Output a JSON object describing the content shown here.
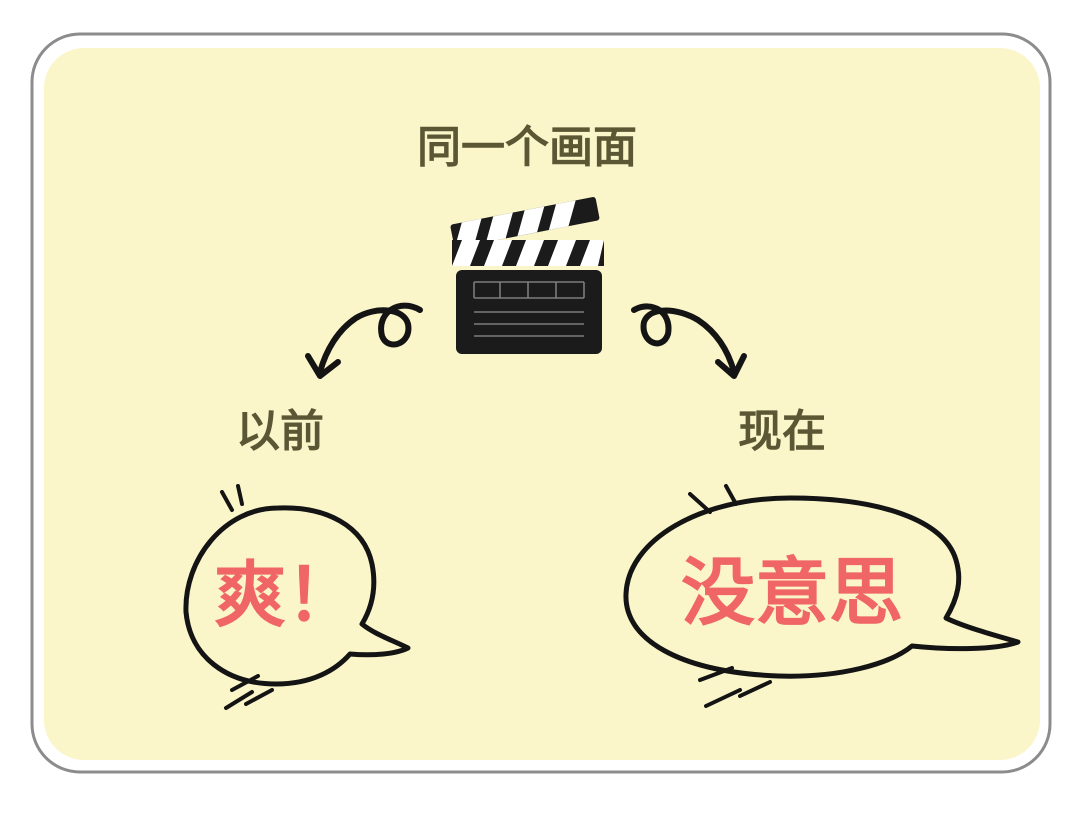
{
  "title": "同一个画面",
  "left": {
    "label": "以前",
    "bubble_text": "爽！"
  },
  "right": {
    "label": "现在",
    "bubble_text": "没意思"
  },
  "colors": {
    "card_fill": "#fbf6c9",
    "card_border": "#8c8c8c",
    "label_text": "#5b5633",
    "bubble_text": "#f06565",
    "ink": "#141414",
    "bubble_fill": "#ffffff"
  },
  "icons": {
    "center": "clapperboard-icon",
    "left_arrow": "curly-arrow-down-left-icon",
    "right_arrow": "curly-arrow-down-right-icon"
  }
}
